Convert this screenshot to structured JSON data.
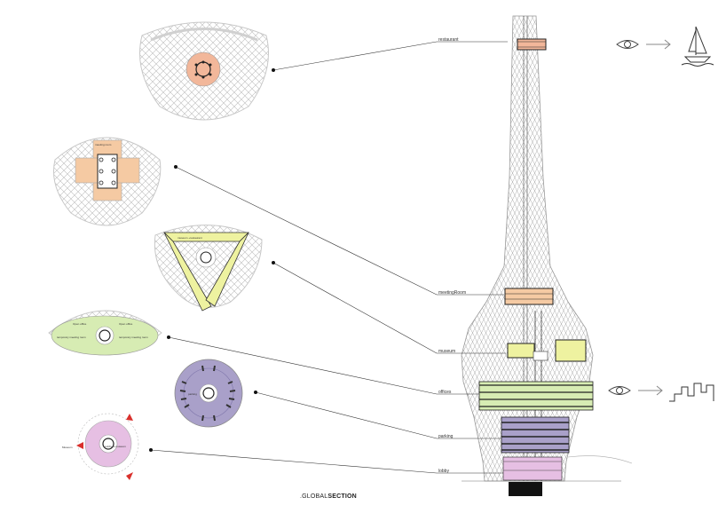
{
  "labels": {
    "restaurant": "restaurant",
    "meeting_room": "meetingRoom",
    "museum": "museum",
    "offices": "offices",
    "parking": "parking",
    "lobby": "lobby"
  },
  "plan_text": {
    "meeting_room": "meeting room",
    "museum_restaurant": "museum +restaurant",
    "open_office_1": "Open office",
    "open_office_2": "Open office",
    "temporary_meeting_room_1": "temporary meeting room",
    "temporary_meeting_room_2": "temporary meeting room",
    "parking": "parking",
    "museum_entry": "Museum",
    "lobby_to_museum": "Lobby to museum"
  },
  "caption": {
    "prefix": ".GLOBAL",
    "bold": "SECTION"
  },
  "colors": {
    "restaurant": "#f2b79a",
    "meeting_room": "#f5caa3",
    "museum": "#eef2a0",
    "offices": "#d7ecb3",
    "parking": "#a9a0c9",
    "lobby": "#e6bfe3",
    "arrow_red": "#d9302c"
  },
  "icons": [
    "eye-icon",
    "arrow-right-icon",
    "sailboat-icon",
    "eye-icon",
    "arrow-right-icon",
    "skyline-icon"
  ]
}
